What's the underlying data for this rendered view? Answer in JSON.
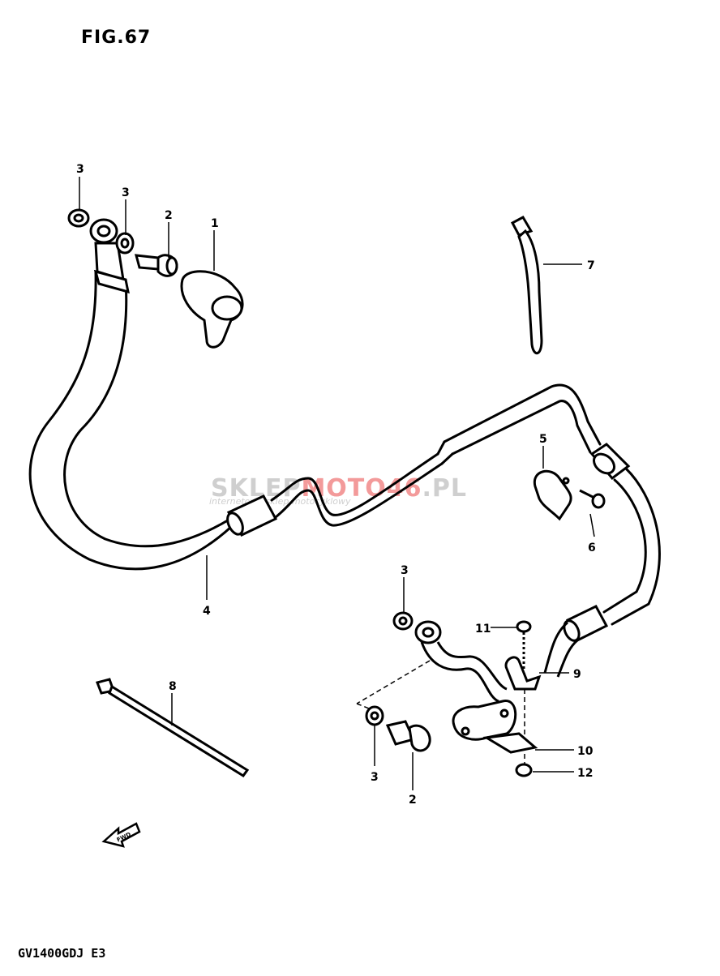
{
  "figure": {
    "title": "FIG.67",
    "model_code": "GV1400GDJ E3"
  },
  "watermark": {
    "part1": "SKLEP",
    "part2": "MOTO",
    "part3": "46",
    "part4": ".PL",
    "tagline": "internetowy sklep motocyklowy",
    "accent_color": "#f39a9a",
    "base_color": "#cfcfcf"
  },
  "callouts": [
    {
      "id": "c1",
      "label": "1"
    },
    {
      "id": "c2a",
      "label": "2"
    },
    {
      "id": "c2b",
      "label": "2"
    },
    {
      "id": "c3a",
      "label": "3"
    },
    {
      "id": "c3b",
      "label": "3"
    },
    {
      "id": "c3c",
      "label": "3"
    },
    {
      "id": "c3d",
      "label": "3"
    },
    {
      "id": "c4",
      "label": "4"
    },
    {
      "id": "c5",
      "label": "5"
    },
    {
      "id": "c6",
      "label": "6"
    },
    {
      "id": "c7",
      "label": "7"
    },
    {
      "id": "c8",
      "label": "8"
    },
    {
      "id": "c9",
      "label": "9"
    },
    {
      "id": "c10",
      "label": "10"
    },
    {
      "id": "c11",
      "label": "11"
    },
    {
      "id": "c12",
      "label": "12"
    }
  ],
  "fwd_arrow": {
    "label": "FWD"
  }
}
